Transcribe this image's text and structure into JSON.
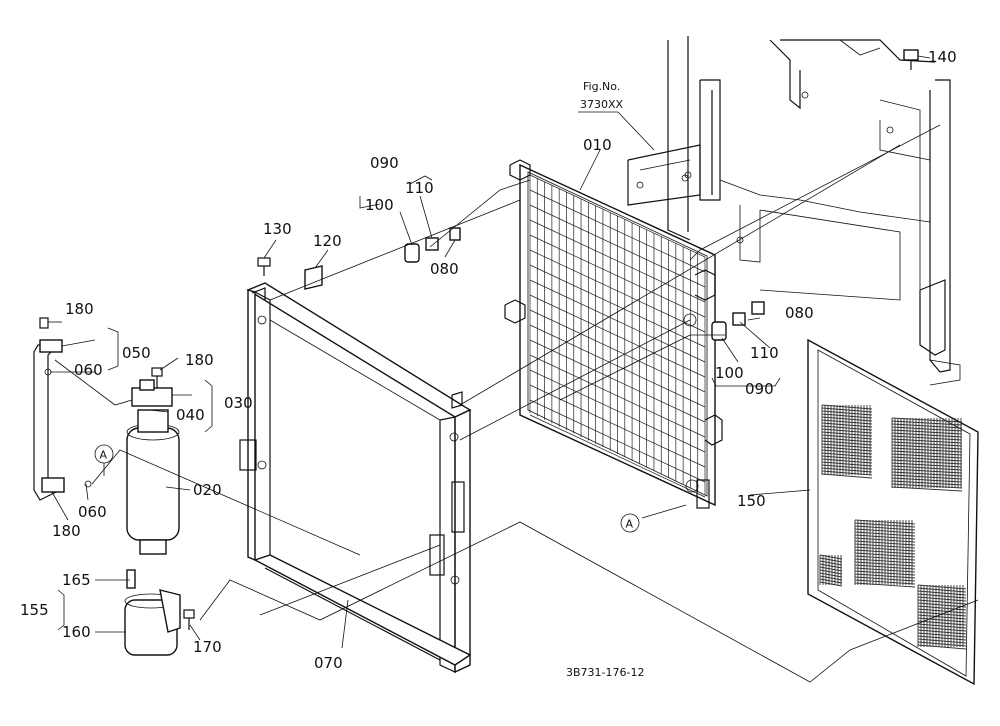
{
  "figure_ref": {
    "label": "Fig.No.",
    "number": "3730XX"
  },
  "drawing_number": "3B731-176-12",
  "view_marker": "A",
  "parts": {
    "p010": "010",
    "p020": "020",
    "p030": "030",
    "p040": "040",
    "p050": "050",
    "p060a": "060",
    "p060b": "060",
    "p070": "070",
    "p080a": "080",
    "p080b": "080",
    "p090a": "090",
    "p090b": "090",
    "p100a": "100",
    "p100b": "100",
    "p110a": "110",
    "p110b": "110",
    "p120": "120",
    "p130": "130",
    "p140": "140",
    "p150": "150",
    "p155": "155",
    "p160": "160",
    "p165": "165",
    "p170": "170",
    "p180a": "180",
    "p180b": "180",
    "p180c": "180"
  }
}
